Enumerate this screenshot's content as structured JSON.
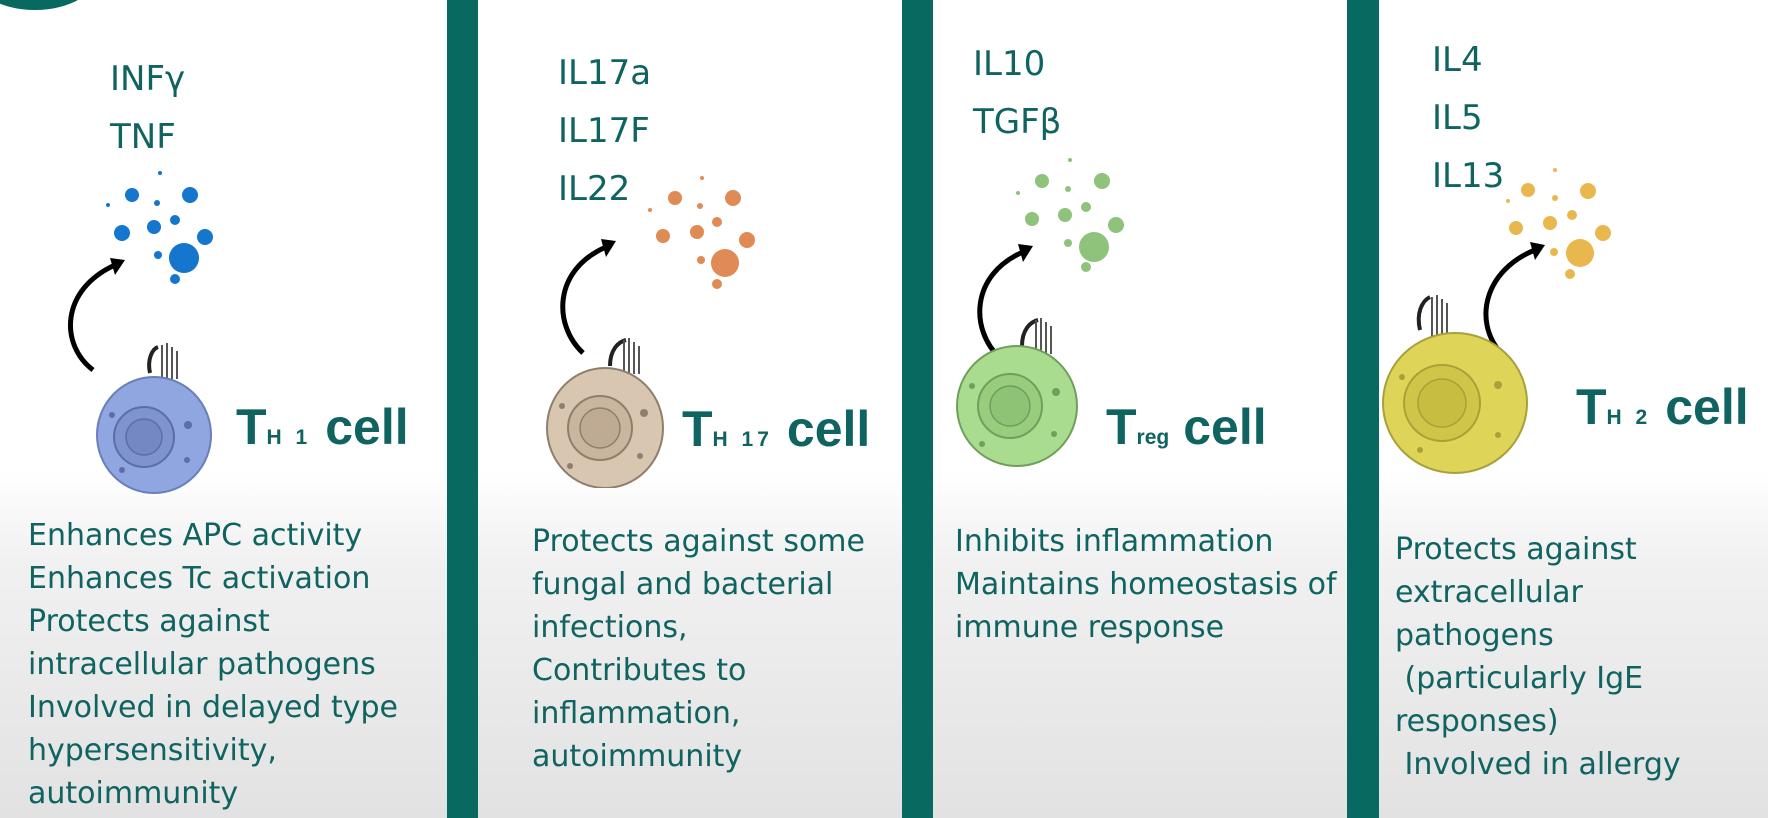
{
  "colors": {
    "accent": "#07695f",
    "text": "#0f6360",
    "th1": "#8fa6e0",
    "th17": "#d8c6b0",
    "treg": "#a9dc8f",
    "th2": "#ded558",
    "th1_dots": "#1476cc",
    "th17_dots": "#e08a55",
    "treg_dots": "#8fc27a",
    "th2_dots": "#e8b84e"
  },
  "panels": [
    {
      "id": "th1",
      "cytokines": [
        "INFγ",
        "TNF"
      ],
      "label_main": "T",
      "label_sub": "H 1",
      "label_tail": "cell",
      "description": [
        "Enhances APC activity",
        "Enhances Tc activation",
        "Protects against",
        "intracellular pathogens",
        "Involved in delayed type",
        "hypersensitivity,",
        "autoimmunity"
      ]
    },
    {
      "id": "th17",
      "cytokines": [
        "IL17a",
        "IL17F",
        "IL22"
      ],
      "label_main": "T",
      "label_sub": "H 17",
      "label_tail": "cell",
      "description": [
        "Protects against some",
        "fungal and bacterial",
        "infections,",
        "Contributes to",
        "inflammation,",
        "autoimmunity"
      ]
    },
    {
      "id": "treg",
      "cytokines": [
        "IL10",
        "TGFβ"
      ],
      "label_main": "T",
      "label_sub": "reg",
      "label_tail": "cell",
      "description": [
        "Inhibits inflammation",
        "Maintains homeostasis of",
        "immune response"
      ]
    },
    {
      "id": "th2",
      "cytokines": [
        "IL4",
        "IL5",
        "IL13"
      ],
      "label_main": "T",
      "label_sub": "H 2",
      "label_tail": "cell",
      "description": [
        "Protects against",
        "extracellular",
        "pathogens",
        " (particularly IgE",
        "responses)",
        " Involved in allergy"
      ]
    }
  ]
}
